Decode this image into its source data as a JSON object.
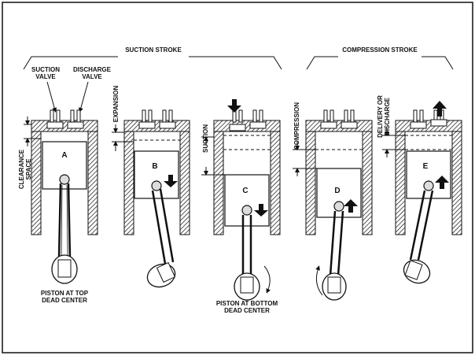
{
  "labels": {
    "suction_stroke": "SUCTION STROKE",
    "compression_stroke": "COMPRESSION STROKE",
    "suction_valve_1": "SUCTION",
    "suction_valve_2": "VALVE",
    "discharge_valve_1": "DISCHARGE",
    "discharge_valve_2": "VALVE",
    "clearance_1": "CLEARANCE",
    "clearance_2": "SPACE",
    "expansion": "EXPANSION",
    "suction": "SUCTION",
    "compression": "COMPRESSION",
    "delivery_1": "DELIVERY OR",
    "delivery_2": "DISCHARGE",
    "tdc_1": "PISTON AT TOP",
    "tdc_2": "DEAD CENTER",
    "bdc_1": "PISTON AT BOTTOM",
    "bdc_2": "DEAD CENTER"
  },
  "pistons": [
    {
      "letter": "A"
    },
    {
      "letter": "B"
    },
    {
      "letter": "C"
    },
    {
      "letter": "D"
    },
    {
      "letter": "E"
    }
  ],
  "colors": {
    "line": "#111111",
    "hatch": "#111111",
    "background": "#ffffff",
    "piston_fill": "#ffffff",
    "pin_fill": "#dddddd"
  }
}
